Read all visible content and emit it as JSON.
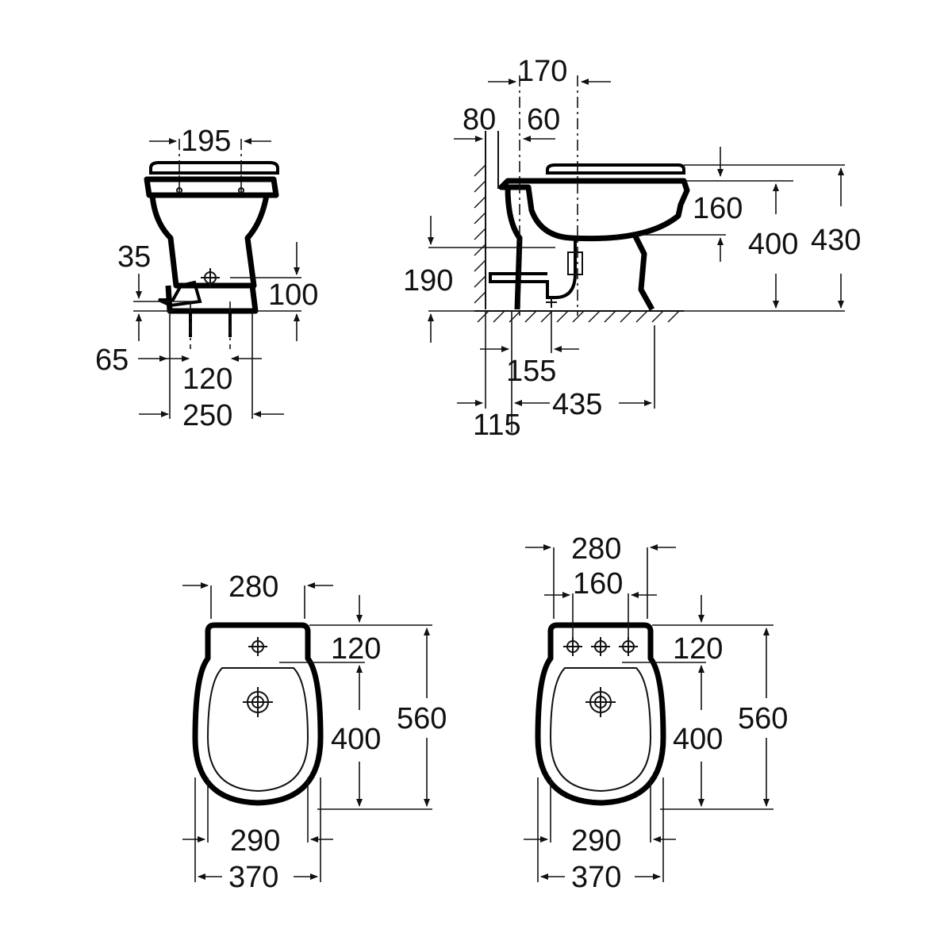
{
  "front_view": {
    "width_holes": "195",
    "inlet_offset_top": "35",
    "inlet_height": "100",
    "floor_offset": "65",
    "fix_spacing": "120",
    "base_width": "250"
  },
  "side_view": {
    "top_170": "170",
    "top_80": "80",
    "top_60": "60",
    "rim_160": "160",
    "height_400": "400",
    "height_430": "430",
    "drain_190": "190",
    "floor_155": "155",
    "floor_115": "115",
    "floor_435": "435"
  },
  "plan_view_1": {
    "width_top": "280",
    "deck_120": "120",
    "bowl_400": "400",
    "length_560": "560",
    "width_290": "290",
    "width_370": "370"
  },
  "plan_view_2": {
    "width_top": "280",
    "holes_160": "160",
    "deck_120": "120",
    "bowl_400": "400",
    "length_560": "560",
    "width_290": "290",
    "width_370": "370"
  }
}
